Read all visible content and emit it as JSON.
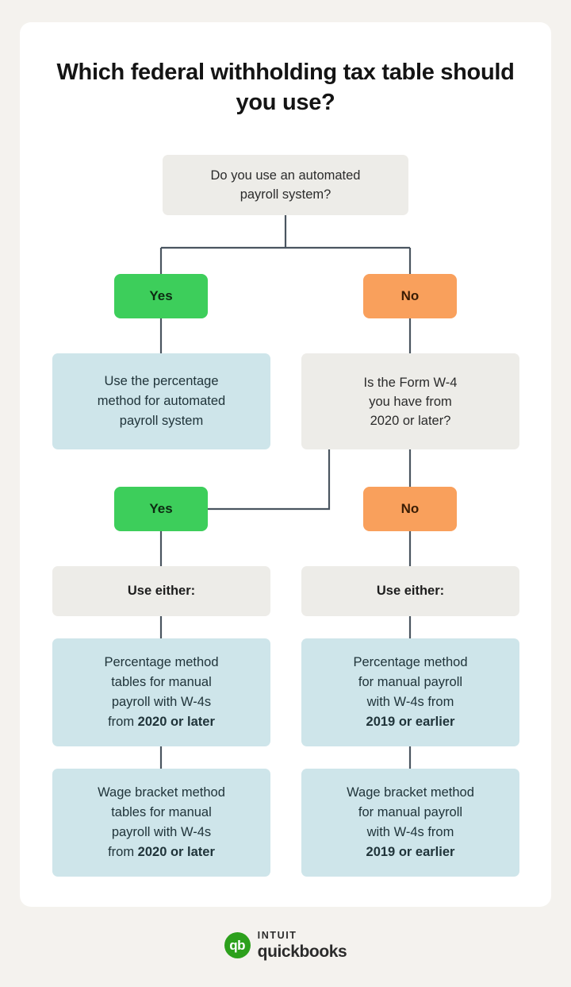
{
  "page": {
    "background_color": "#f4f2ee",
    "card_color": "#ffffff",
    "title": "Which federal withholding tax table should you use?"
  },
  "colors": {
    "yes_green": "#3dce5b",
    "no_orange": "#f9a05c",
    "grey_box": "#edece8",
    "blue_box": "#cee5ea",
    "connector_line": "#4a5560",
    "brand_green": "#2ca01c"
  },
  "chart_data": {
    "type": "diagram",
    "title": "Which federal withholding tax table should you use?",
    "diagram_kind": "decision-flowchart",
    "nodes": [
      {
        "id": "q1",
        "kind": "question",
        "text": "Do you use an automated payroll system?"
      },
      {
        "id": "q1-yes",
        "kind": "answer-yes",
        "text": "Yes"
      },
      {
        "id": "q1-no",
        "kind": "answer-no",
        "text": "No"
      },
      {
        "id": "r1",
        "kind": "result",
        "text": "Use the percentage method for automated payroll system"
      },
      {
        "id": "q2",
        "kind": "question",
        "text": "Is the Form W-4 you have from 2020 or later?"
      },
      {
        "id": "q2-yes",
        "kind": "answer-yes",
        "text": "Yes"
      },
      {
        "id": "q2-no",
        "kind": "answer-no",
        "text": "No"
      },
      {
        "id": "either-left",
        "kind": "label",
        "text": "Use either:"
      },
      {
        "id": "either-right",
        "kind": "label",
        "text": "Use either:"
      },
      {
        "id": "r2",
        "kind": "result",
        "text": "Percentage method tables for manual payroll with W-4s from 2020 or later"
      },
      {
        "id": "r3",
        "kind": "result",
        "text": "Wage bracket method tables for manual payroll with W-4s from 2020 or later"
      },
      {
        "id": "r4",
        "kind": "result",
        "text": "Percentage method for manual payroll with W-4s from 2019 or earlier"
      },
      {
        "id": "r5",
        "kind": "result",
        "text": "Wage bracket method for manual payroll with W-4s from 2019 or earlier"
      }
    ],
    "edges": [
      {
        "from": "q1",
        "to": "q1-yes"
      },
      {
        "from": "q1",
        "to": "q1-no"
      },
      {
        "from": "q1-yes",
        "to": "r1"
      },
      {
        "from": "q1-no",
        "to": "q2"
      },
      {
        "from": "q2",
        "to": "q2-yes"
      },
      {
        "from": "q2",
        "to": "q2-no"
      },
      {
        "from": "q2-yes",
        "to": "either-left"
      },
      {
        "from": "q2-no",
        "to": "either-right"
      },
      {
        "from": "either-left",
        "to": "r2"
      },
      {
        "from": "r2",
        "to": "r3"
      },
      {
        "from": "either-right",
        "to": "r4"
      },
      {
        "from": "r4",
        "to": "r5"
      }
    ]
  },
  "flow": {
    "q1": {
      "line1": "Do you use an automated",
      "line2": "payroll system?"
    },
    "yes1": "Yes",
    "no1": "No",
    "result_automated": {
      "line1": "Use the percentage",
      "line2": "method for automated",
      "line3": "payroll system"
    },
    "q2": {
      "line1": "Is the Form W-4",
      "line2": "you have from",
      "line3": "2020 or later?"
    },
    "yes2": "Yes",
    "no2": "No",
    "use_either_left": "Use either:",
    "use_either_right": "Use either:",
    "pct_2020": {
      "line1": "Percentage method",
      "line2": "tables for manual",
      "line3": "payroll with W-4s",
      "line4_plain": "from ",
      "line4_bold": "2020 or later"
    },
    "wage_2020": {
      "line1": "Wage bracket method",
      "line2": "tables for manual",
      "line3": "payroll with W-4s",
      "line4_plain": "from ",
      "line4_bold": "2020 or later"
    },
    "pct_2019": {
      "line1": "Percentage method",
      "line2": "for manual payroll",
      "line3": "with W-4s from",
      "line4_bold": "2019 or earlier"
    },
    "wage_2019": {
      "line1": "Wage bracket method",
      "line2": "for manual payroll",
      "line3": "with W-4s from",
      "line4_bold": "2019 or earlier"
    }
  },
  "footer": {
    "mark_text": "qb",
    "brand_top": "INTUIT",
    "brand_bottom": "quickbooks"
  }
}
